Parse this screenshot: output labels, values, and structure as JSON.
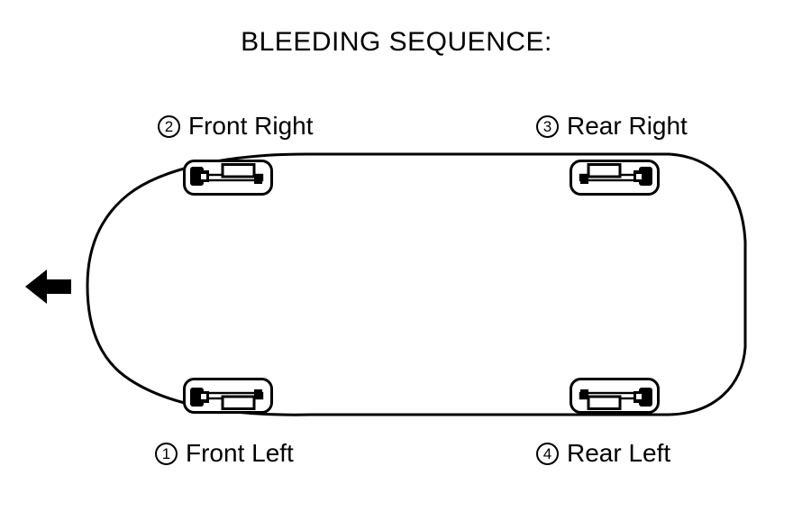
{
  "title": "BLEEDING SEQUENCE:",
  "labels": [
    {
      "num": "2",
      "name": "Front Right",
      "position": "top-left"
    },
    {
      "num": "3",
      "name": "Rear Right",
      "position": "top-right"
    },
    {
      "num": "1",
      "name": "Front Left",
      "position": "bottom-left"
    },
    {
      "num": "4",
      "name": "Rear Left",
      "position": "bottom-right"
    }
  ],
  "sequence_order": [
    "Front Left",
    "Front Right",
    "Rear Right",
    "Rear Left"
  ],
  "front_arrow_direction": "left",
  "colors": {
    "foreground": "#000000",
    "background": "#ffffff"
  }
}
